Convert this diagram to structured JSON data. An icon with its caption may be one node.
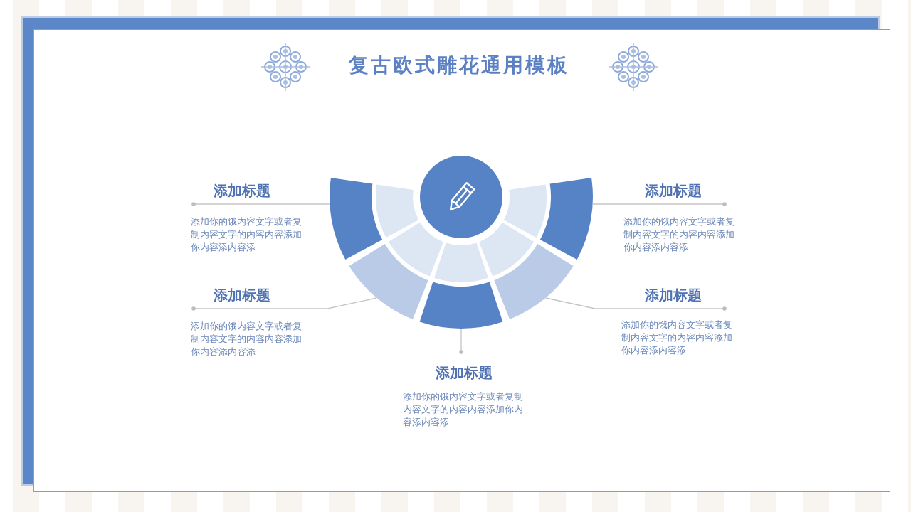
{
  "diagram": {
    "title": "复古欧式雕花通用模板",
    "nodes": [
      {
        "text": [
          "添加标题",
          "添加你的饿内容文字或者复制内容文字的内容内容添加你内容添内容添"
        ]
      },
      {
        "text": [
          "添加标题",
          "添加你的饿内容文字或者复制内容文字的内容内容添加你内容添内容添"
        ]
      },
      {
        "text": [
          "添加标题",
          "添加你的饿内容文字或者复制内容文字的内容内容添加你内容添内容添"
        ]
      },
      {
        "text": [
          "添加标题",
          "添加你的饿内容文字或者复制内容文字的内容内容添加你内容添内容添"
        ]
      },
      {
        "text": [
          "添加标题",
          "添加你的饿内容文字或者复制内容文字的内容内容添加你内容添内容添"
        ]
      },
      {
        "text": [],
        "shape": "sector"
      },
      {
        "text": [],
        "shape": "sector"
      },
      {
        "text": [],
        "shape": "sector"
      },
      {
        "text": [],
        "shape": "sector"
      },
      {
        "text": [],
        "shape": "sector"
      }
    ],
    "edges": [
      {
        "from": 0,
        "to": 5,
        "arrow": "other"
      },
      {
        "from": 2,
        "to": 6,
        "arrow": "other"
      },
      {
        "from": 4,
        "to": 7,
        "arrow": "other"
      },
      {
        "from": 3,
        "to": 8,
        "arrow": "other"
      },
      {
        "from": 1,
        "to": 9,
        "arrow": "other"
      }
    ]
  }
}
